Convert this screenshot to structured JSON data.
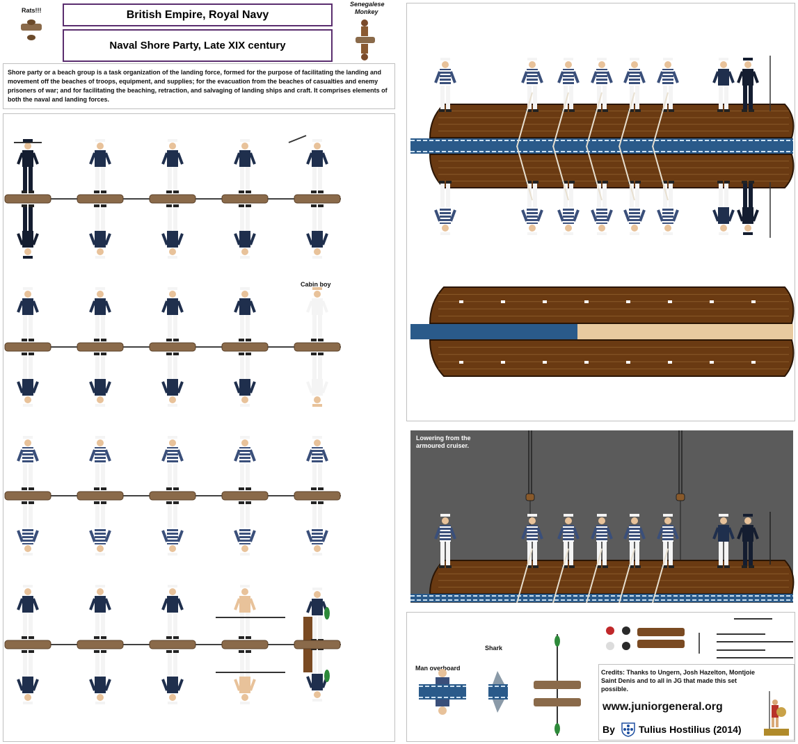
{
  "header": {
    "title": "British Empire, Royal Navy",
    "subtitle": "Naval Shore Party, Late XIX century",
    "rats_label": "Rats!!!",
    "monkey_label_line1": "Senegalese",
    "monkey_label_line2": "Monkey"
  },
  "description": "Shore party or a beach group is a task organization of the landing force, formed for the purpose of facilitating the landing and movement off the beaches of troops, equipment, and supplies; for the evacuation from the beaches of casualties and enemy prisoners of war; and for facilitating the beaching, retraction, and salvaging of landing ships and craft. It comprises elements of both the naval and landing forces.",
  "labels": {
    "cabin_boy": "Cabin boy",
    "lowering": "Lowering from the armoured cruiser.",
    "man_overboard": "Man overboard",
    "shark": "Shark"
  },
  "credits": {
    "text": "Credits: Thanks to Ungern, Josh Hazelton, Montjoie Saint Denis and to all in JG that made this set possible.",
    "website": "www.juniorgeneral.org",
    "by": "By",
    "author": "Tulius Hostilius (2014)"
  },
  "colors": {
    "title_border": "#5a2d6e",
    "navy": "#1f2f4d",
    "base_wood": "#8a6a4a",
    "hull": "#6a3a12",
    "water": "#2a5a8a",
    "deck_grey": "#5a5a5a"
  }
}
